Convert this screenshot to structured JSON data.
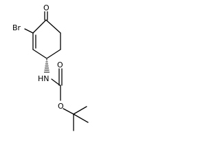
{
  "molecule": {
    "atom_labels": {
      "ketone_oxygen": "O",
      "bromine": "Br",
      "amine": "HN",
      "carbonyl_oxygen": "O",
      "ester_oxygen": "O"
    },
    "colors": {
      "bond": "#000000",
      "text": "#000000",
      "background": "#ffffff"
    }
  }
}
